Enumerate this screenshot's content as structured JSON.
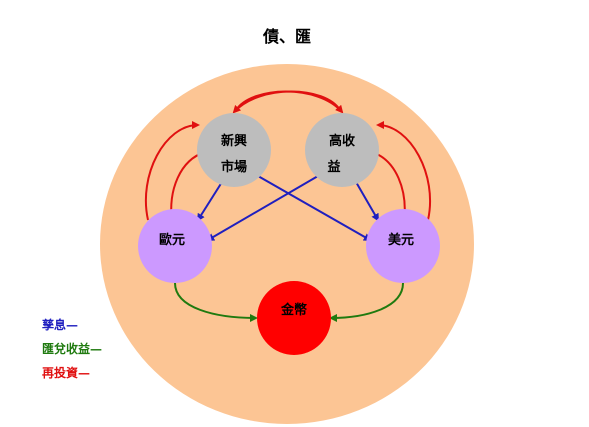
{
  "title": "債、匯",
  "colors": {
    "background_circle": "#fcc594",
    "gray_node": "#bdbdbd",
    "purple_node": "#cc99ff",
    "red_node": "#ff0000",
    "blue_arrow": "#1f1fbf",
    "green_arrow": "#1f7a0f",
    "red_arrow": "#e01010",
    "legend_blue": "#1f1fbf",
    "legend_green": "#1f7a0f",
    "legend_red": "#e01010"
  },
  "nodes": {
    "emerging": {
      "line1": "新興",
      "line2": "市場"
    },
    "high_yield": {
      "line1": "高收",
      "line2": "益"
    },
    "euro": {
      "label": "歐元"
    },
    "usd": {
      "label": "美元"
    },
    "money": {
      "label": "金幣"
    }
  },
  "legend": {
    "blue": "孳息—",
    "green": "匯兌收益—",
    "red": "再投資—"
  }
}
